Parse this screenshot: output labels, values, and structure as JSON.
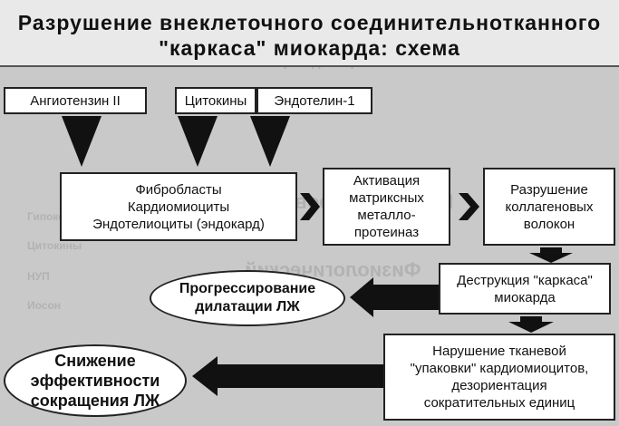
{
  "title": {
    "line1": "Разрушение внеклеточного соединительнотканного",
    "line2": "\"каркаса\" миокарда: схема"
  },
  "stimuli": [
    "Ангиотензин II",
    "Цитокины",
    "Эндотелин-1"
  ],
  "cells": [
    "Фибробласты",
    "Кардиомиоциты",
    "Эндотелиоциты (эндокард)"
  ],
  "mmp_activation": [
    "Активация",
    "матриксных",
    "металло-",
    "протеиназ"
  ],
  "collagen_destruction": [
    "Разрушение",
    "коллагеновых",
    "волокон"
  ],
  "frame_destruction": [
    "Деструкция \"каркаса\"",
    "миокарда"
  ],
  "tissue_disruption": [
    "Нарушение тканевой",
    "\"упаковки\" кардиомиоцитов,",
    "дезориентация",
    "сократительных единиц"
  ],
  "lv_dilation": [
    "Прогрессирование",
    "дилатации ЛЖ"
  ],
  "lv_efficiency": [
    "Снижение",
    "эффективности",
    "сокращения ЛЖ"
  ],
  "colors": {
    "background": "#c9c9c9",
    "box": "#ffffff",
    "arrow": "#111111",
    "title_bar": "#e9e9e9"
  }
}
